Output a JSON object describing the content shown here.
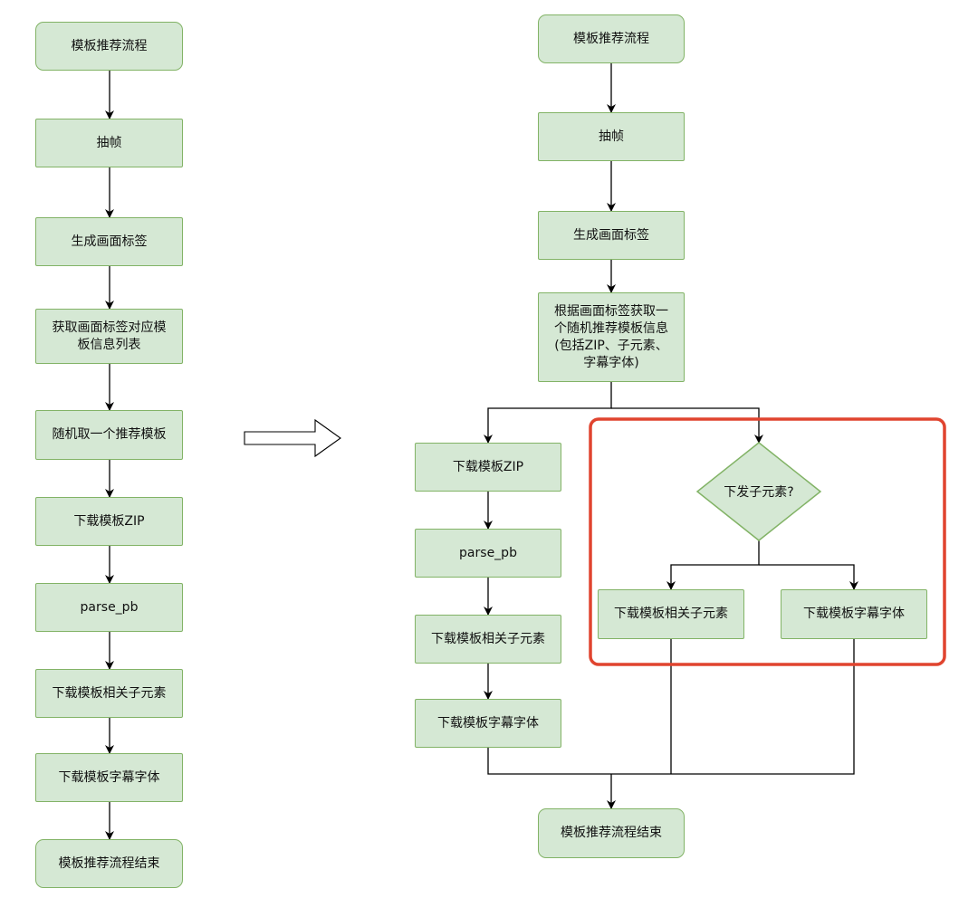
{
  "left_flow": {
    "start": "模板推荐流程",
    "steps": [
      "抽帧",
      "生成画面标签",
      "获取画面标签对应模\n板信息列表",
      "随机取一个推荐模板",
      "下载模板ZIP",
      "parse_pb",
      "下载模板相关子元素",
      "下载模板字幕字体"
    ],
    "end": "模板推荐流程结束"
  },
  "right_flow": {
    "start": "模板推荐流程",
    "frame": "抽帧",
    "tag": "生成画面标签",
    "fetch": "根据画面标签获取一\n个随机推荐模板信息\n(包括ZIP、子元素、\n字幕字体)",
    "branch_a": [
      "下载模板ZIP",
      "parse_pb",
      "下载模板相关子元素",
      "下载模板字幕字体"
    ],
    "decision": "下发子元素?",
    "branch_b_left": "下载模板相关子元素",
    "branch_b_right": "下载模板字幕字体",
    "end": "模板推荐流程结束"
  },
  "colors": {
    "node_fill": "#d5e8d4",
    "node_border": "#82b366",
    "highlight": "#e0442f",
    "line": "#000000"
  }
}
